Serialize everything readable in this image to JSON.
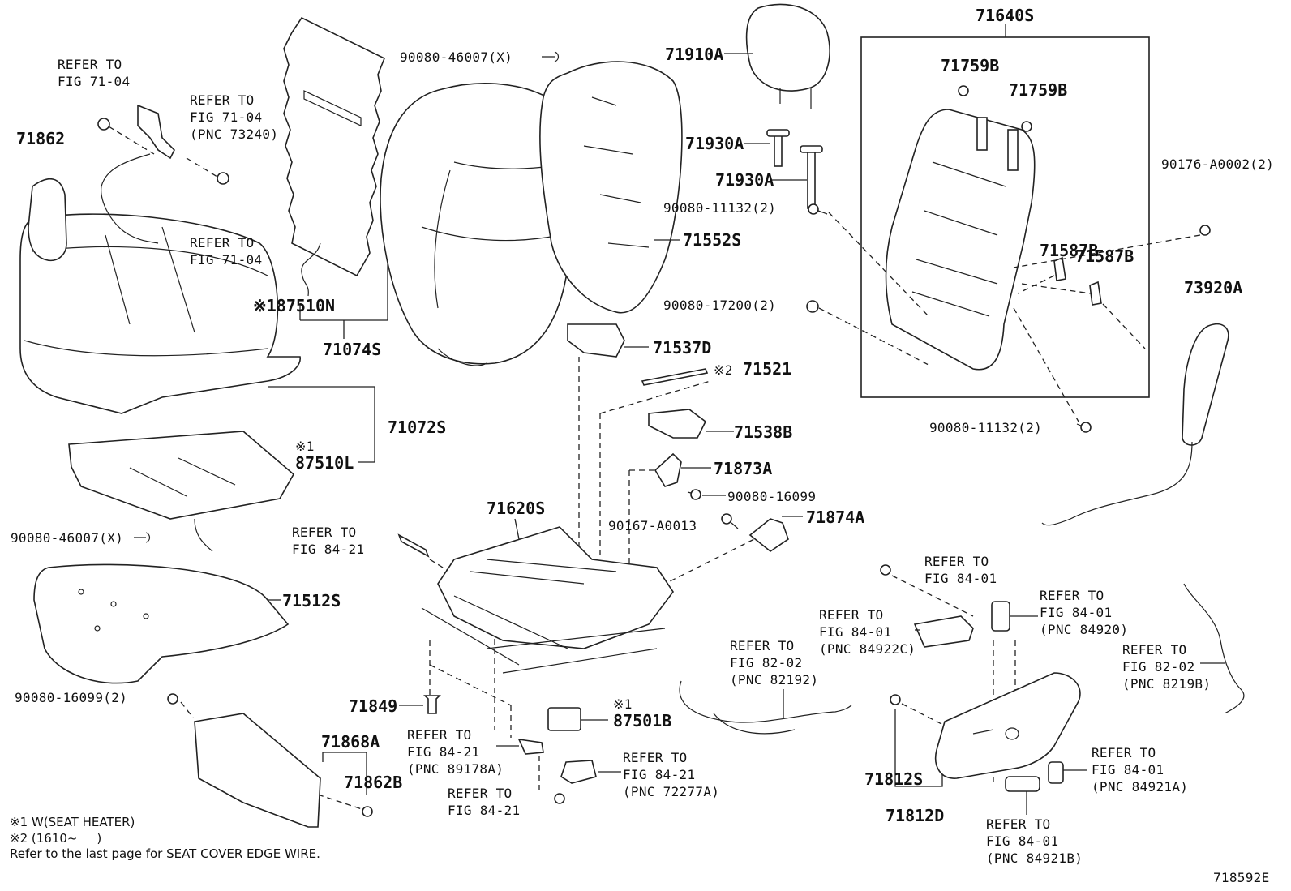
{
  "labels": {
    "p71640S": "71640S",
    "p71759B_a": "71759B",
    "p71759B_b": "71759B",
    "p90176": "90176-A0002(2)",
    "p71587B_a": "71587B",
    "p71587B_b": "71587B",
    "p73920A": "73920A",
    "p90080_11132_a": "90080-11132(2)",
    "p90080_17200": "90080-17200(2)",
    "p90080_11132_b": "90080-11132(2)",
    "p71910A": "71910A",
    "p71930A_a": "71930A",
    "p71930A_b": "71930A",
    "p71552S": "71552S",
    "p90080_46007_top": "90080-46007(X)",
    "p71862": "71862",
    "p87510N": "※187510N",
    "p71074S": "71074S",
    "p71072S": "71072S",
    "p87510L_mark": "※1",
    "p87510L": "87510L",
    "p90080_46007_mid": "90080-46007(X)",
    "p71512S": "71512S",
    "p90080_16099_2": "90080-16099(2)",
    "p71868A": "71868A",
    "p71862B": "71862B",
    "p71537D": "71537D",
    "p71521_mark": "※2",
    "p71521": "71521",
    "p71538B": "71538B",
    "p71873A": "71873A",
    "p90080_16099": "90080-16099",
    "p90167": "90167-A0013",
    "p71874A": "71874A",
    "p71620S": "71620S",
    "p71849": "71849",
    "p87501B_mark": "※1",
    "p87501B": "87501B",
    "p71812S": "71812S",
    "p71812D": "71812D",
    "diagram_id": "718592E"
  },
  "references": {
    "r1": "REFER TO\nFIG 71-04",
    "r2": "REFER TO\nFIG 71-04\n(PNC 73240)",
    "r3": "REFER TO\nFIG 71-04",
    "r4": "REFER TO\nFIG 84-21",
    "r5": "REFER TO\nFIG 84-21\n(PNC 89178A)",
    "r6": "REFER TO\nFIG 84-21",
    "r7": "REFER TO\nFIG 84-21\n(PNC 72277A)",
    "r8": "REFER TO\nFIG 82-02\n(PNC 82192)",
    "r9": "REFER TO\nFIG 84-01",
    "r10": "REFER TO\nFIG 84-01\n(PNC 84922C)",
    "r11": "REFER TO\nFIG 84-01\n(PNC 84920)",
    "r12": "REFER TO\nFIG 82-02\n(PNC 8219B)",
    "r13": "REFER TO\nFIG 84-01\n(PNC 84921A)",
    "r14": "REFER TO\nFIG 84-01\n(PNC 84921B)"
  },
  "notes": {
    "n1": "※1 W(SEAT HEATER)",
    "n2": "※2 (1610~     )",
    "n3": "Refer to the last page for SEAT COVER EDGE WIRE."
  }
}
